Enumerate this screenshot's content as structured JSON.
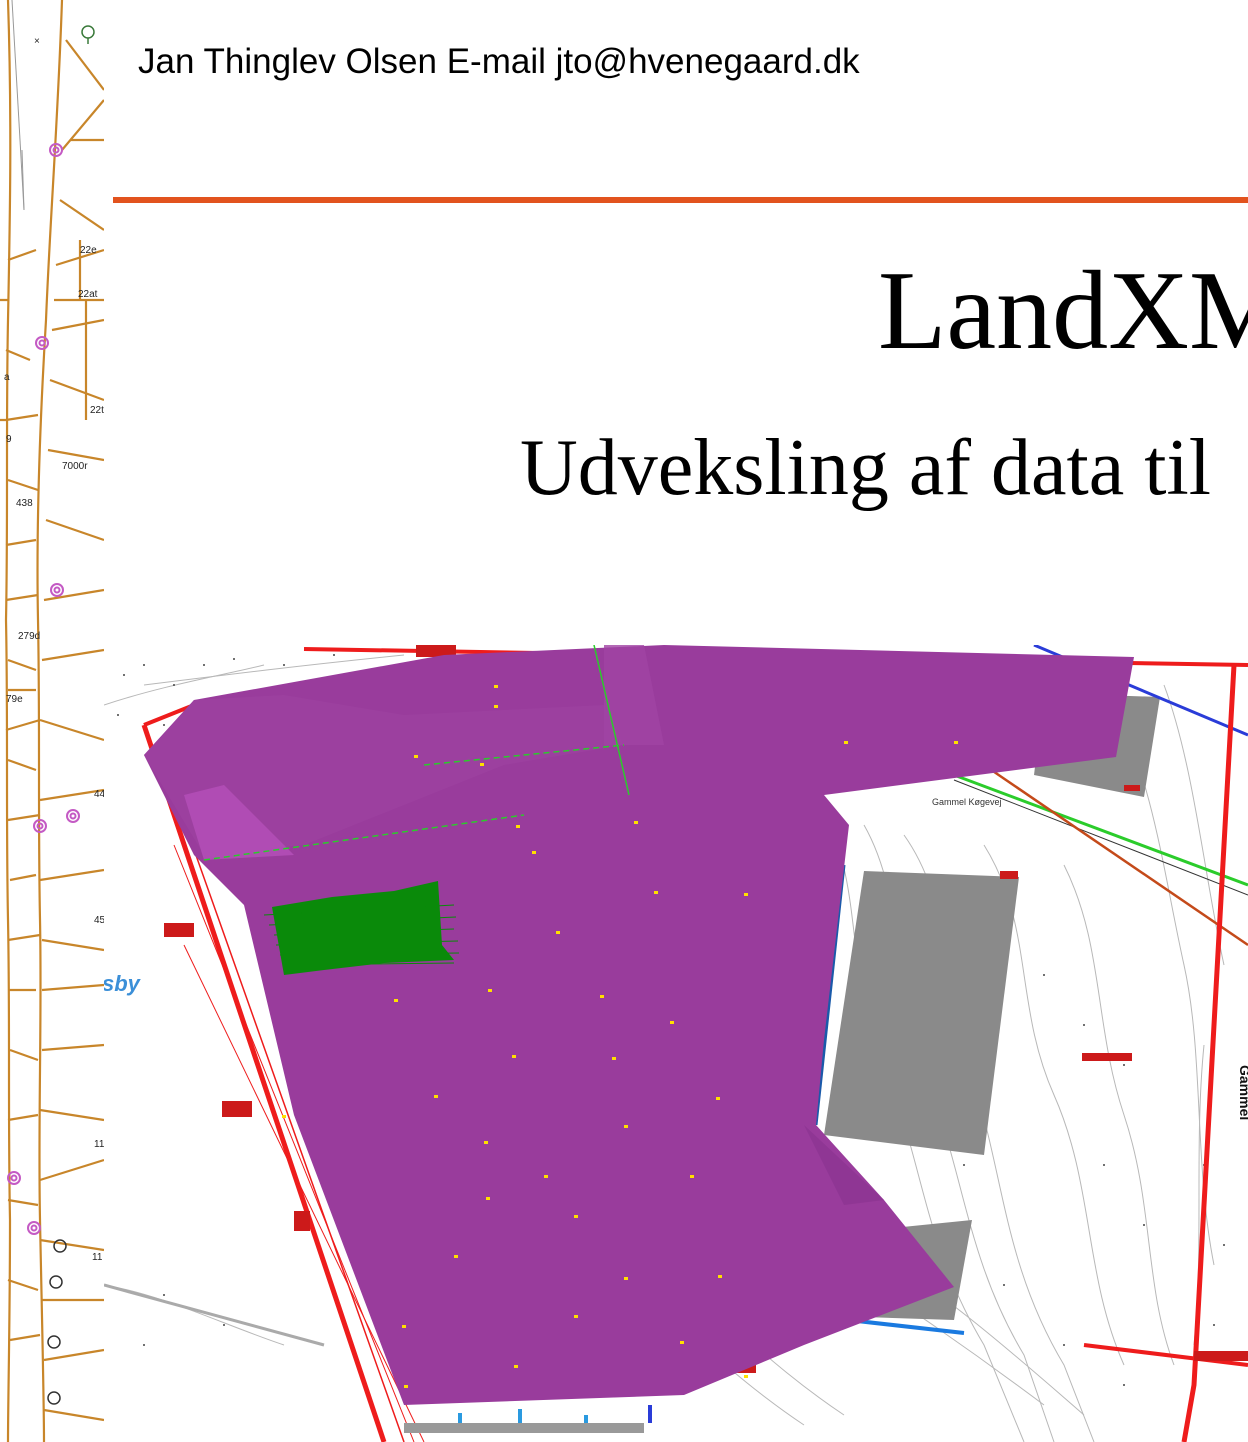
{
  "header": {
    "author_line": "Jan Thinglev Olsen E-mail jto@hvenegaard.dk"
  },
  "slide": {
    "title": "LandXM",
    "subtitle": "Udveksling af data til"
  },
  "left_strip": {
    "parcel_labels": [
      "22e",
      "22at",
      "22t",
      "7000r",
      "438",
      "279d",
      "79e",
      "44",
      "45",
      "11",
      "11",
      "9",
      "a"
    ]
  },
  "map": {
    "place_label": "sby",
    "road_label": "Gammel",
    "small_label": "Gammel Køgevej"
  },
  "colors": {
    "accent_line": "#e2531e",
    "surface": "#993c9c",
    "surface_highlight": "#b04cb4",
    "parcel_lines": "#c8862a",
    "boundary": "#ee1c1c",
    "buildings": "#8a8a8a",
    "terrain_points": "#0a8a0a",
    "markers": "#ffe000"
  }
}
